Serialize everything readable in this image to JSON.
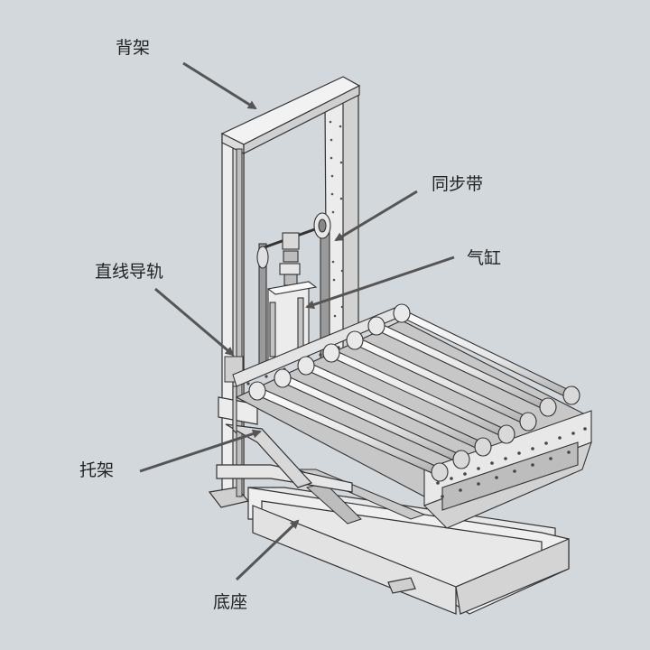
{
  "labels": {
    "back_frame": "背架",
    "timing_belt": "同步带",
    "cylinder": "气缸",
    "linear_guide": "直线导轨",
    "bracket": "托架",
    "base": "底座"
  },
  "colors": {
    "background": "#d3d8dd",
    "metal_face": "#eeeeee",
    "metal_side": "#c9c9c9",
    "outline": "#333333",
    "roller": "#f2f2f2",
    "arrow": "#555555"
  }
}
